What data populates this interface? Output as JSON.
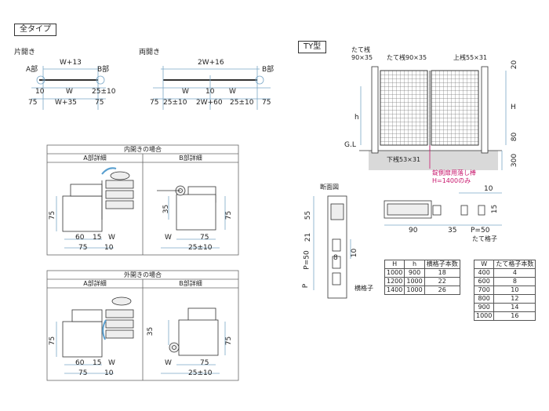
{
  "all_types": "全タイプ",
  "ty_type": "TY型",
  "single": {
    "title": "片開き",
    "a_part": "A部",
    "b_part": "B部",
    "w13": "W+13",
    "ten": "10",
    "w": "W",
    "tol": "25±10",
    "left75": "75",
    "w35": "W+35",
    "right75": "75"
  },
  "double": {
    "title": "両開き",
    "b_part": "B部",
    "w2": "2W+16",
    "wl": "W",
    "ten": "10",
    "wr": "W",
    "l75": "75",
    "tol1": "25±10",
    "w60": "2W+60",
    "tol2": "25±10",
    "r75": "75"
  },
  "inward": {
    "title": "内開きの場合",
    "a_detail": "A部詳細",
    "b_detail": "B部詳細",
    "a75": "75",
    "a60": "60",
    "a15": "15",
    "aw": "W",
    "a75b": "75",
    "a10": "10",
    "b35": "35",
    "b75r": "75",
    "bw": "W",
    "b75": "75",
    "btol": "25±10"
  },
  "outward": {
    "title": "外開きの場合",
    "a_detail": "A部詳細",
    "b_detail": "B部詳細",
    "a75": "75",
    "a60": "60",
    "a15": "15",
    "aw": "W",
    "a75b": "75",
    "a10": "10",
    "b35": "35",
    "b75r": "75",
    "bw": "W",
    "b75": "75",
    "btol": "25±10"
  },
  "elevation": {
    "post_label1": "たて桟",
    "post_label2": "90×35",
    "post2": "たて桟90×35",
    "top_rail": "上桟55×31",
    "bottom_rail": "下桟53×31",
    "h": "h",
    "H": "H",
    "gl": "G.L",
    "d20": "20",
    "d80": "80",
    "d300": "300",
    "note1": "錠側扉用落し棒",
    "note2": "H=1400のみ"
  },
  "section": {
    "title": "断面図",
    "d55": "55",
    "d21": "21",
    "p50": "P=50",
    "p": "P",
    "d8": "8",
    "d10": "10",
    "horiz": "横格子",
    "d90": "90",
    "d35": "35",
    "pp50": "P=50",
    "vert": "たて格子",
    "s10": "10",
    "s15": "15"
  },
  "table_h": {
    "headers": [
      "H",
      "h",
      "横格子本数"
    ],
    "rows": [
      [
        "1000",
        "900",
        "18"
      ],
      [
        "1200",
        "1000",
        "22"
      ],
      [
        "1400",
        "1000",
        "26"
      ]
    ]
  },
  "table_w": {
    "headers": [
      "W",
      "たて格子本数"
    ],
    "rows": [
      [
        "400",
        "4"
      ],
      [
        "600",
        "8"
      ],
      [
        "700",
        "10"
      ],
      [
        "800",
        "12"
      ],
      [
        "900",
        "14"
      ],
      [
        "1000",
        "16"
      ]
    ]
  }
}
